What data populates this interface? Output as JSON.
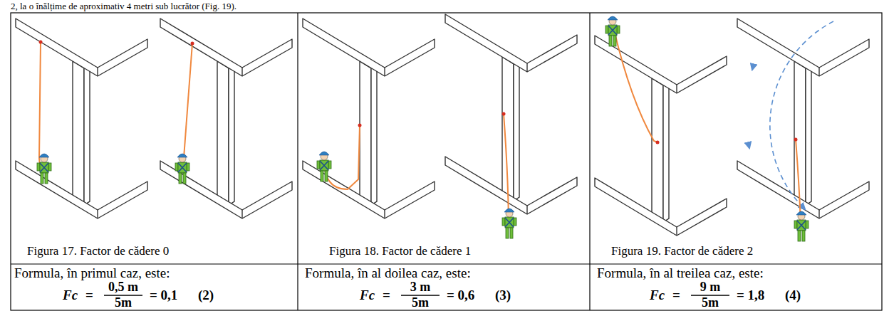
{
  "diagram": {
    "labels": [
      "2, la o înălțime de aproximativ 4 metri sub lucrător (Fig. 19).",
      "Figura 17. Factor de cădere 0",
      "Figura 18. Factor de cădere 1",
      "Figura 19. Factor de cădere 2",
      "Formula, în primul caz, este:",
      "Fc",
      "=",
      "0,5 m",
      "5m",
      "= 0,1",
      "(2)",
      "Formula, în al doilea caz, este:",
      "Fc",
      "=",
      "3 m",
      "5m",
      "= 0,6",
      "(3)",
      "Formula, în al treilea caz, este:",
      "Fc",
      "=",
      "9 m",
      "5m",
      "= 1,8",
      "(4)"
    ]
  }
}
